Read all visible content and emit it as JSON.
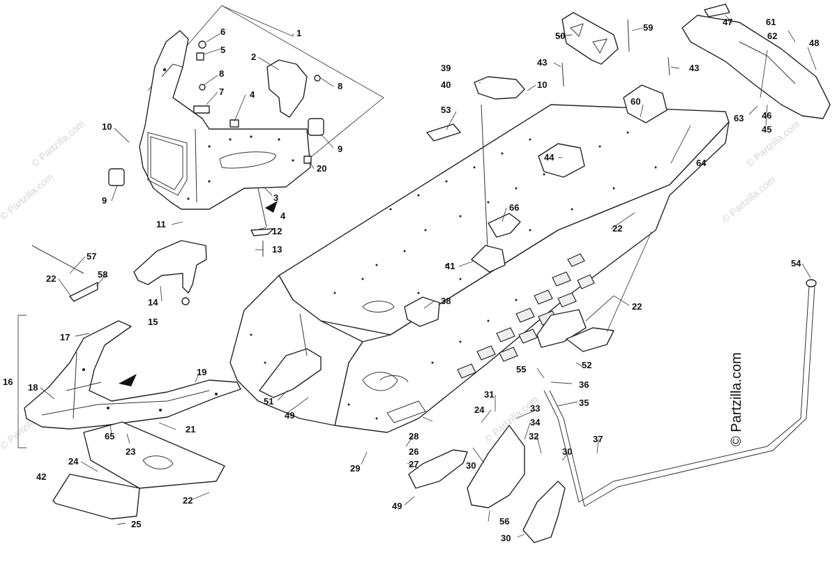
{
  "diagram": {
    "brand_watermark": "© Partzilla.com",
    "faint_watermark": "© Partzilla.com",
    "callouts": [
      "1",
      "2",
      "3",
      "4",
      "5",
      "6",
      "7",
      "8",
      "9",
      "10",
      "11",
      "12",
      "13",
      "14",
      "15",
      "16",
      "17",
      "18",
      "19",
      "20",
      "21",
      "22",
      "23",
      "24",
      "25",
      "26",
      "27",
      "28",
      "29",
      "30",
      "31",
      "32",
      "33",
      "34",
      "35",
      "36",
      "37",
      "38",
      "39",
      "40",
      "41",
      "42",
      "43",
      "44",
      "45",
      "46",
      "47",
      "48",
      "49",
      "50",
      "51",
      "52",
      "53",
      "54",
      "55",
      "56",
      "57",
      "58",
      "59",
      "60",
      "61",
      "62",
      "63",
      "64",
      "65",
      "66"
    ]
  }
}
